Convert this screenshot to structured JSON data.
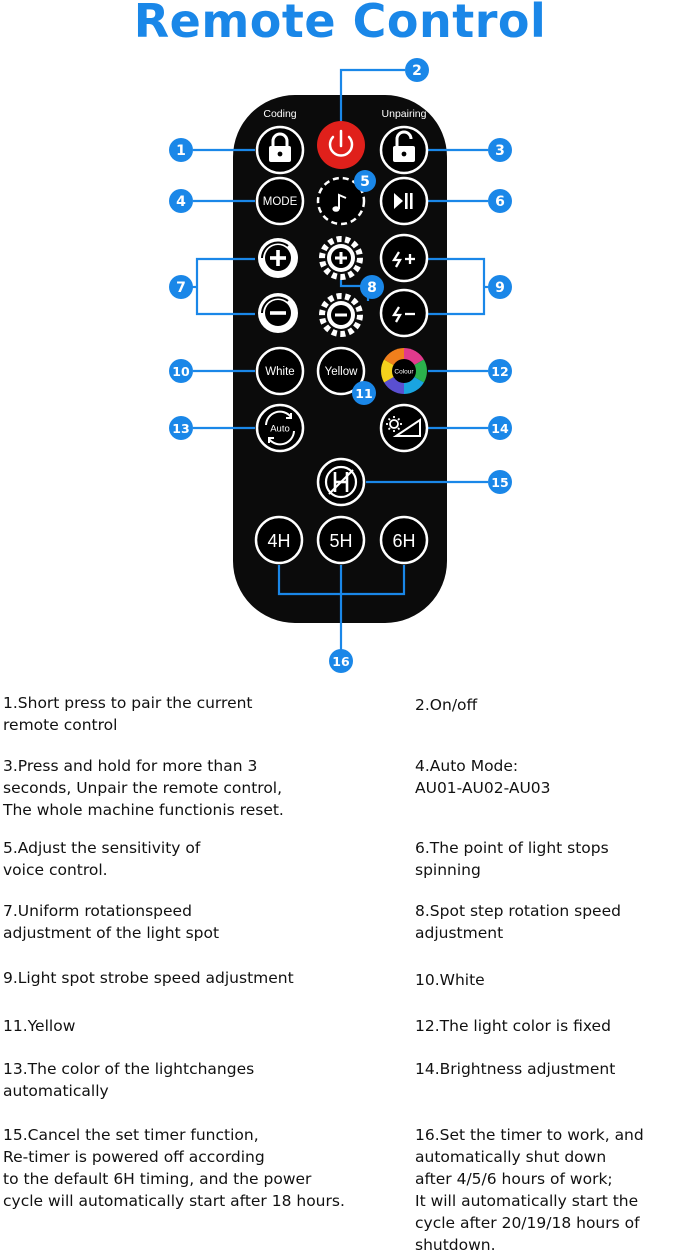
{
  "title": "Remote Control",
  "remote": {
    "coding_label": "Coding",
    "unpairing_label": "Unpairing",
    "mode_label": "MODE",
    "white_label": "White",
    "yellow_label": "Yellow",
    "colour_label": "Colour",
    "auto_label": "Auto",
    "timer_4h": "4H",
    "timer_5h": "5H",
    "timer_6h": "6H"
  },
  "callouts": {
    "n1": "1",
    "n2": "2",
    "n3": "3",
    "n4": "4",
    "n5": "5",
    "n6": "6",
    "n7": "7",
    "n8": "8",
    "n9": "9",
    "n10": "10",
    "n11": "11",
    "n12": "12",
    "n13": "13",
    "n14": "14",
    "n15": "15",
    "n16": "16"
  },
  "colors": {
    "title_blue": "#1a87e8",
    "callout_blue": "#1a87e8",
    "remote_body": "#0b0b0b",
    "power_red": "#e0201b"
  },
  "descriptions": {
    "d1": "1.Short press to pair the current\nremote control",
    "d2": "2.On/off",
    "d3": "3.Press and hold for more than 3\nseconds, Unpair the remote control,\nThe whole machine functionis reset.",
    "d4": "4.Auto Mode:\nAU01-AU02-AU03",
    "d5": "5.Adjust the sensitivity of\nvoice control.",
    "d6": "6.The point of light stops\nspinning",
    "d7": "7.Uniform rotationspeed\nadjustment of the light spot",
    "d8": "8.Spot step rotation speed\nadjustment",
    "d9": "9.Light spot strobe speed adjustment",
    "d10": "10.White",
    "d11": "11.Yellow",
    "d12": "12.The light color is fixed",
    "d13": "13.The color of the lightchanges\nautomatically",
    "d14": "14.Brightness adjustment",
    "d15": "15.Cancel the set timer function,\nRe-timer is powered off according\nto the default 6H timing, and the power\ncycle will automatically start after 18 hours.",
    "d16": "16.Set the timer to work, and\nautomatically shut down\nafter 4/5/6 hours of work;\nIt will automatically start the\ncycle after 20/19/18 hours of\nshutdown."
  }
}
